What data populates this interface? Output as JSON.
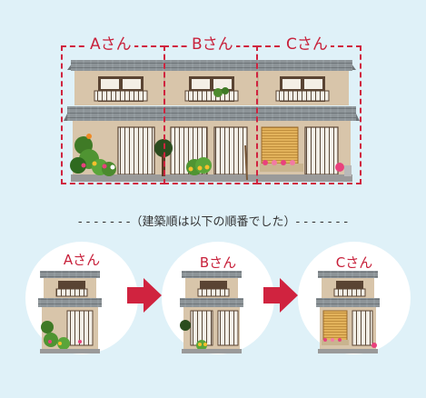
{
  "top_labels": {
    "a": "Aさん",
    "b": "Bさん",
    "c": "Cさん"
  },
  "caption": "- - - - - - -（建築順は以下の順番でした）- - - - - - -",
  "sequence": {
    "a": "Aさん",
    "b": "Bさん",
    "c": "Cさん"
  },
  "colors": {
    "accent": "#d0233f",
    "wall": "#d9c7ad",
    "roof": "#8f969a",
    "background": "#dff1f8"
  }
}
